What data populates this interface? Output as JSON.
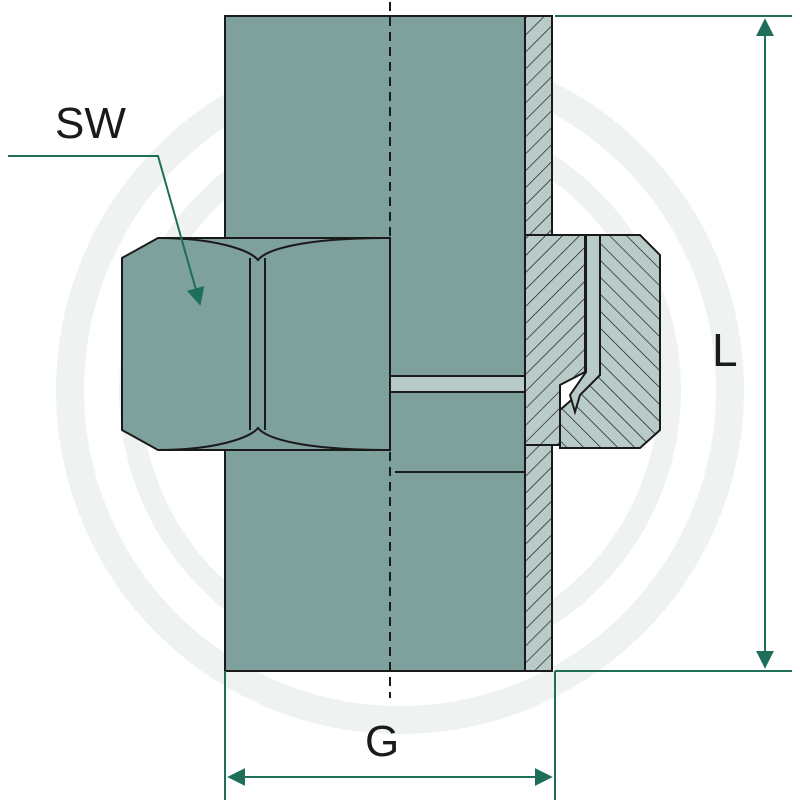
{
  "labels": {
    "sw": "SW",
    "g": "G",
    "l": "L"
  },
  "colors": {
    "body_fill": "#7fa19e",
    "body_dark": "#6f928f",
    "section_fill": "#b9cbc9",
    "outline": "#1a1a1a",
    "dimension_line": "#1f6e5a",
    "watermark": "#eef3f1"
  },
  "icons": {
    "watermark": "granit-logo-watermark"
  }
}
